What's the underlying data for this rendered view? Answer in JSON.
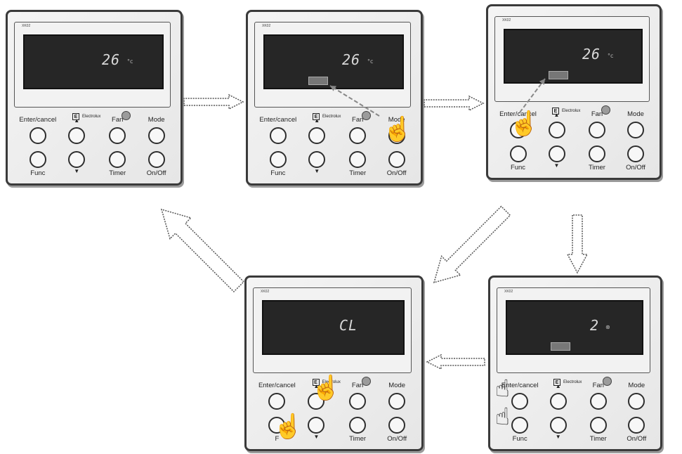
{
  "panels": [
    {
      "model": "XK02",
      "display": "26",
      "unit": "°c",
      "brand": "Electrolux",
      "buttons": {
        "enter": "Enter/cancel",
        "up": "▲",
        "fan": "Fan",
        "mode": "Mode",
        "func": "Func",
        "down": "▼",
        "timer": "Timer",
        "onoff": "On/Off"
      }
    },
    {
      "model": "XK02",
      "display": "26",
      "unit": "°c",
      "brand": "Electrolux",
      "buttons": {
        "enter": "Enter/cancel",
        "up": "▲",
        "fan": "Fan",
        "mode": "Mode",
        "func": "Func",
        "down": "▼",
        "timer": "Timer",
        "onoff": "On/Off"
      }
    },
    {
      "model": "XK02",
      "display": "26",
      "unit": "°c",
      "brand": "Electrolux",
      "buttons": {
        "enter": "Enter/cancel",
        "up": "▲",
        "fan": "Fan",
        "mode": "Mode",
        "func": "Func",
        "down": "▼",
        "timer": "Timer",
        "onoff": "On/Off"
      }
    },
    {
      "model": "XK02",
      "display": "2",
      "unit": "⊗",
      "brand": "Electrolux",
      "buttons": {
        "enter": "Enter/cancel",
        "up": "▲",
        "fan": "Fan",
        "mode": "Mode",
        "func": "Func",
        "down": "▼",
        "timer": "Timer",
        "onoff": "On/Off"
      }
    },
    {
      "model": "XK02",
      "display": "CL",
      "unit": "",
      "brand": "Electrolux",
      "buttons": {
        "enter": "Enter/cancel",
        "up": "▲",
        "fan": "Fan",
        "mode": "Mode",
        "func": "F",
        "down": "▼",
        "timer": "Timer",
        "onoff": "On/Off"
      }
    }
  ]
}
